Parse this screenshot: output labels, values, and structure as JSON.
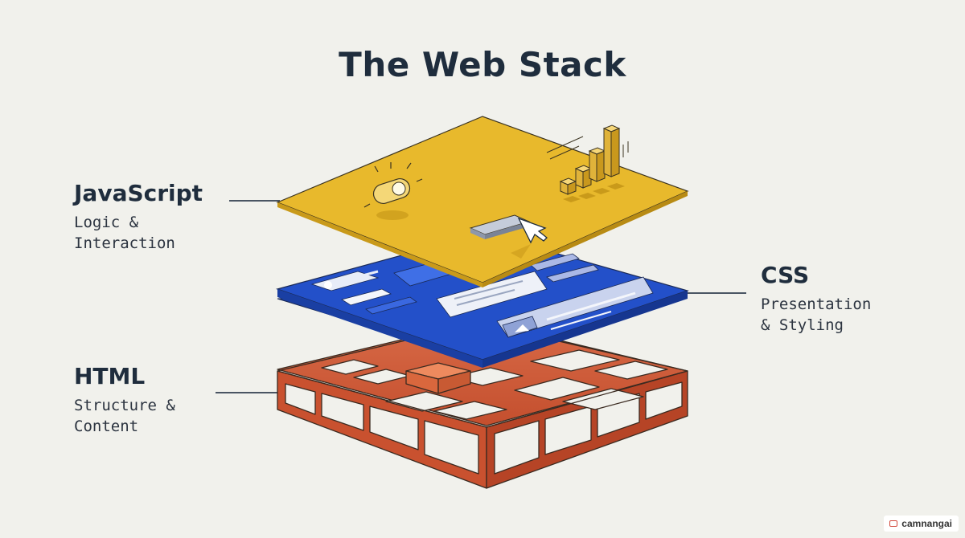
{
  "title": "The Web Stack",
  "layers": [
    {
      "name": "JavaScript",
      "description": "Logic &\nInteraction",
      "color": "#e8b92c"
    },
    {
      "name": "CSS",
      "description": "Presentation\n& Styling",
      "color": "#2350c9"
    },
    {
      "name": "HTML",
      "description": "Structure &\nContent",
      "color": "#cf5a37"
    }
  ],
  "watermark": "camnangai",
  "colors": {
    "background": "#f1f1ec",
    "title_text": "#1f2d3d",
    "connector_line": "#4a5563"
  }
}
